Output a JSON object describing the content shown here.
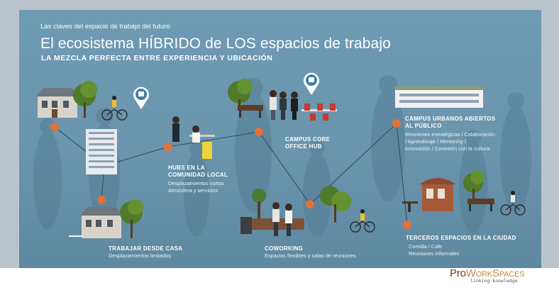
{
  "header": {
    "kicker": "Las claves del espacio de trabajo del futuro",
    "title": "El ecosistema HÍBRIDO de LOS espacios de trabajo",
    "subtitle": "LA MEZCLA PERFECTA ENTRE EXPERIENCIA Y UBICACIÓN"
  },
  "nodes": {
    "hubs": {
      "title_1": "HUBS EN LA",
      "title_2": "COMUNIDAD LOCAL",
      "desc_1": "Desplazamientos cortos",
      "desc_2": "Atmósfera y servicios"
    },
    "casa": {
      "title": "TRABAJAR DESDE CASA",
      "desc": "Desplazamientos limitados"
    },
    "core": {
      "title_1": "CAMPUS CORE",
      "title_2": "OFFICE HUB"
    },
    "coworking": {
      "title": "COWORKING",
      "desc": "Espacios flexibles y salas de reuniones."
    },
    "campus": {
      "title_1": "CAMPUS URBANOS ABIERTOS",
      "title_2": "AL PÚBLICO",
      "desc_1": "Reuniones estratégicas / Colaboración",
      "desc_2a": "/ Aprendizaje / ",
      "desc_2b": "Mentoring",
      "desc_2c": " /",
      "desc_3": "Innovación / Conexión con la cultura"
    },
    "terceros": {
      "title": "TERCEROS ESPACIOS EN LA CIUDAD",
      "desc_1": "Comida / Cafe",
      "desc_2": "Reuniones informales"
    }
  },
  "logo": {
    "pro": "Pro",
    "work": "Work",
    "spaces": "Spaces",
    "tagline": "linking knowledge"
  },
  "colors": {
    "panel": "#6f9ab3",
    "node": "#e2703a",
    "pin": "#3f7fa6",
    "link": "#2b4b63",
    "logo": "#8a3f2e"
  },
  "icons": [
    "bus-pin-icon",
    "bus-pin-icon"
  ]
}
